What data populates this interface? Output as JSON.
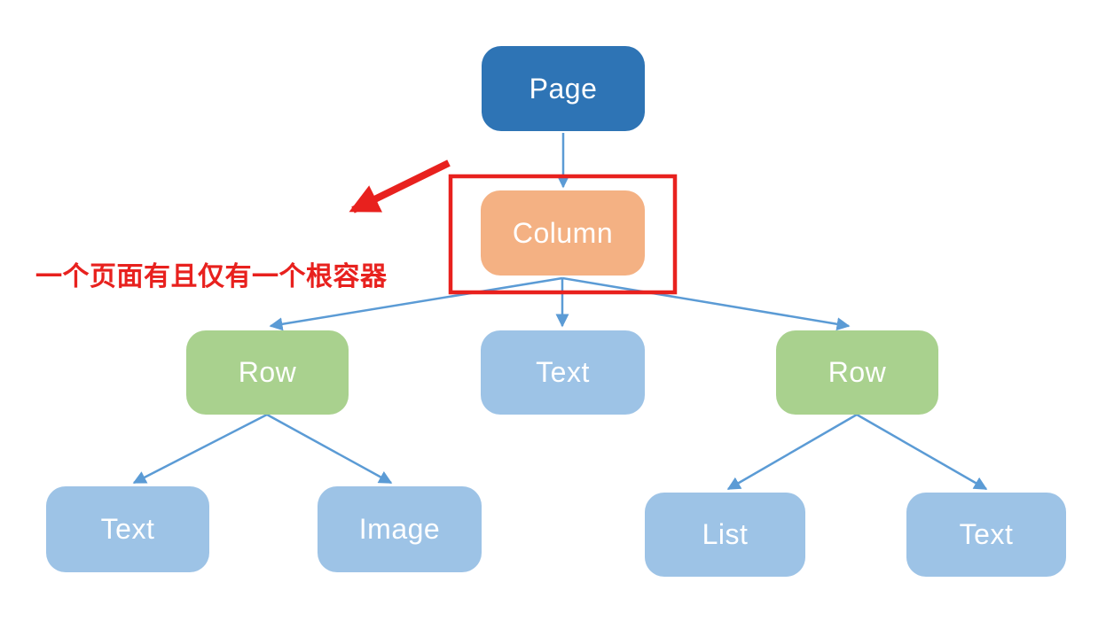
{
  "diagram": {
    "title": "page-structure-tree",
    "nodes": {
      "page": {
        "label": "Page",
        "color": "#2E74B5"
      },
      "column": {
        "label": "Column",
        "color": "#F4B183"
      },
      "row_left": {
        "label": "Row",
        "color": "#A9D18E"
      },
      "text_middle": {
        "label": "Text",
        "color": "#9DC3E6"
      },
      "row_right": {
        "label": "Row",
        "color": "#A9D18E"
      },
      "text_bottom_left": {
        "label": "Text",
        "color": "#9DC3E6"
      },
      "image": {
        "label": "Image",
        "color": "#9DC3E6"
      },
      "list": {
        "label": "List",
        "color": "#9DC3E6"
      },
      "text_bottom_right": {
        "label": "Text",
        "color": "#9DC3E6"
      }
    },
    "edges": [
      {
        "from": "page",
        "to": "column"
      },
      {
        "from": "column",
        "to": "row_left"
      },
      {
        "from": "column",
        "to": "text_middle"
      },
      {
        "from": "column",
        "to": "row_right"
      },
      {
        "from": "row_left",
        "to": "text_bottom_left"
      },
      {
        "from": "row_left",
        "to": "image"
      },
      {
        "from": "row_right",
        "to": "list"
      },
      {
        "from": "row_right",
        "to": "text_bottom_right"
      }
    ],
    "annotation": {
      "text": "一个页面有且仅有一个根容器",
      "color": "#E8211E",
      "points_to": "column"
    },
    "colors": {
      "connector": "#5B9BD5",
      "highlight": "#E8211E",
      "node_text": "#ffffff",
      "background": "#ffffff"
    }
  }
}
